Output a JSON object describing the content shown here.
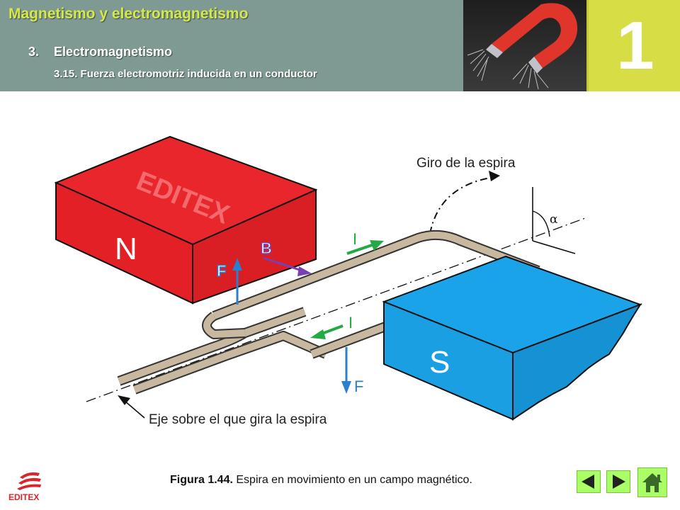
{
  "header": {
    "title": "Magnetismo y electromagnetismo",
    "section_number": "3.",
    "section_title": "Electromagnetismo",
    "subsection": "3.15. Fuerza electromotriz inducida en un conductor",
    "chapter_number": "1"
  },
  "diagram": {
    "magnet_north_label": "N",
    "magnet_south_label": "S",
    "magnet_brand": "EDITEX",
    "label_rotation": "Giro de la espira",
    "label_axis": "Eje sobre el que gira la espira",
    "label_alpha": "α",
    "label_B": "B",
    "label_F_top": "F",
    "label_F_bottom": "F",
    "label_I_top": "I",
    "label_I_bottom": "I",
    "colors": {
      "north": "#e8262b",
      "south": "#1aa3e8",
      "loop": "#c8b8a0",
      "current_arrow": "#22aa44",
      "force_arrow": "#2a7fd0",
      "field_arrow": "#7a3fb0"
    }
  },
  "caption": {
    "bold": "Figura 1.44.",
    "text": " Espira en movimiento en un campo magnético."
  },
  "footer": {
    "logo_text": "EDITEX"
  },
  "nav": {
    "prev_icon": "triangle-left-icon",
    "next_icon": "triangle-right-icon",
    "home_icon": "home-icon"
  }
}
